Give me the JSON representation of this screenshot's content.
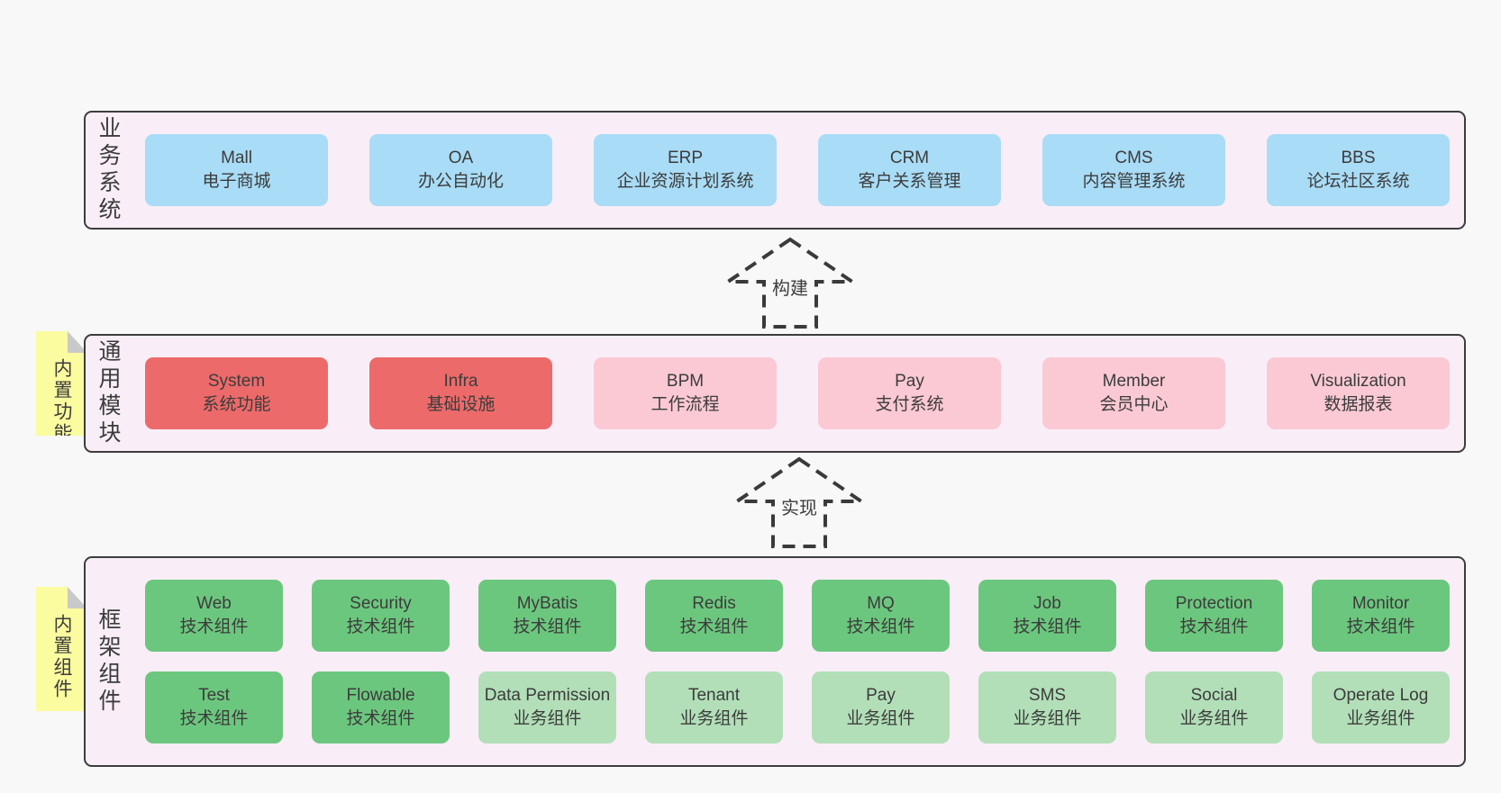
{
  "colors": {
    "background": "#f8f8f8",
    "panel_bg": "#f9eef7",
    "panel_border": "#3d3d3d",
    "blue_box": "#a9dcf6",
    "red_box": "#ed6a6a",
    "pink_box": "#fbc9d4",
    "green_box": "#6cc77e",
    "light_green_box": "#b2dfb8",
    "sticky_yellow": "#fbfb9f",
    "sticky_fold_gray": "#c9c9c9",
    "text": "#3c3c3c"
  },
  "arrows": [
    {
      "label": "构建"
    },
    {
      "label": "实现"
    }
  ],
  "sections": [
    {
      "label": "业务系统",
      "boxes": [
        {
          "name": "Mall",
          "desc": "电子商城"
        },
        {
          "name": "OA",
          "desc": "办公自动化"
        },
        {
          "name": "ERP",
          "desc": "企业资源计划系统"
        },
        {
          "name": "CRM",
          "desc": "客户关系管理"
        },
        {
          "name": "CMS",
          "desc": "内容管理系统"
        },
        {
          "name": "BBS",
          "desc": "论坛社区系统"
        }
      ]
    },
    {
      "label": "通用模块",
      "sticky": "内置功能",
      "boxes": [
        {
          "name": "System",
          "desc": "系统功能"
        },
        {
          "name": "Infra",
          "desc": "基础设施"
        },
        {
          "name": "BPM",
          "desc": "工作流程"
        },
        {
          "name": "Pay",
          "desc": "支付系统"
        },
        {
          "name": "Member",
          "desc": "会员中心"
        },
        {
          "name": "Visualization",
          "desc": "数据报表"
        }
      ]
    },
    {
      "label": "框架组件",
      "sticky": "内置组件",
      "rows": [
        [
          {
            "name": "Web",
            "desc": "技术组件"
          },
          {
            "name": "Security",
            "desc": "技术组件"
          },
          {
            "name": "MyBatis",
            "desc": "技术组件"
          },
          {
            "name": "Redis",
            "desc": "技术组件"
          },
          {
            "name": "MQ",
            "desc": "技术组件"
          },
          {
            "name": "Job",
            "desc": "技术组件"
          },
          {
            "name": "Protection",
            "desc": "技术组件"
          },
          {
            "name": "Monitor",
            "desc": "技术组件"
          }
        ],
        [
          {
            "name": "Test",
            "desc": "技术组件"
          },
          {
            "name": "Flowable",
            "desc": "技术组件"
          },
          {
            "name": "Data Permission",
            "desc": "业务组件"
          },
          {
            "name": "Tenant",
            "desc": "业务组件"
          },
          {
            "name": "Pay",
            "desc": "业务组件"
          },
          {
            "name": "SMS",
            "desc": "业务组件"
          },
          {
            "name": "Social",
            "desc": "业务组件"
          },
          {
            "name": "Operate Log",
            "desc": "业务组件"
          }
        ]
      ]
    }
  ]
}
